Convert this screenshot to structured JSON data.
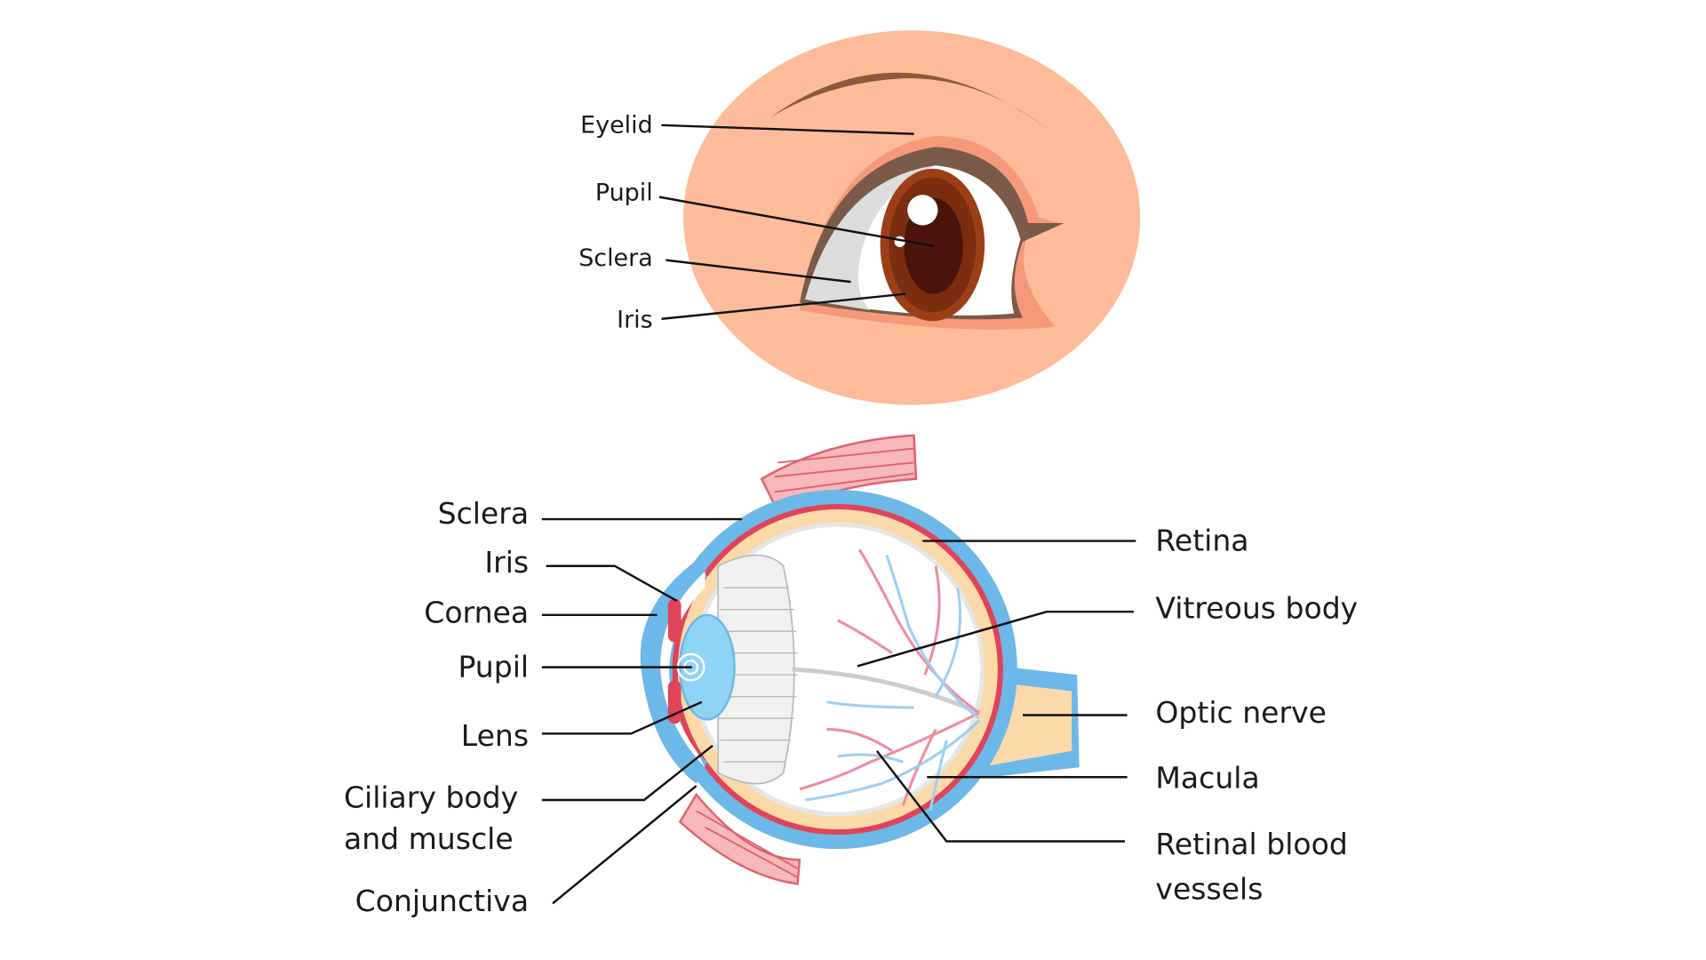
{
  "external_eye": {
    "labels": [
      "Eyelid",
      "Pupil",
      "Sclera",
      "Iris"
    ]
  },
  "cross_section": {
    "left_labels": [
      "Sclera",
      "Iris",
      "Cornea",
      "Pupil",
      "Lens",
      "Ciliary body",
      "and muscle",
      "Conjunctiva"
    ],
    "right_labels": [
      "Retina",
      "Vitreous body",
      "Optic nerve",
      "Macula",
      "Retinal blood",
      "vessels"
    ]
  },
  "colors": {
    "skin": "#fdbb9a",
    "iris": "#9c3f17",
    "sclera_blue": "#6cb8e8",
    "retina_red": "#e0445a",
    "choroid": "#fbd9a8"
  }
}
